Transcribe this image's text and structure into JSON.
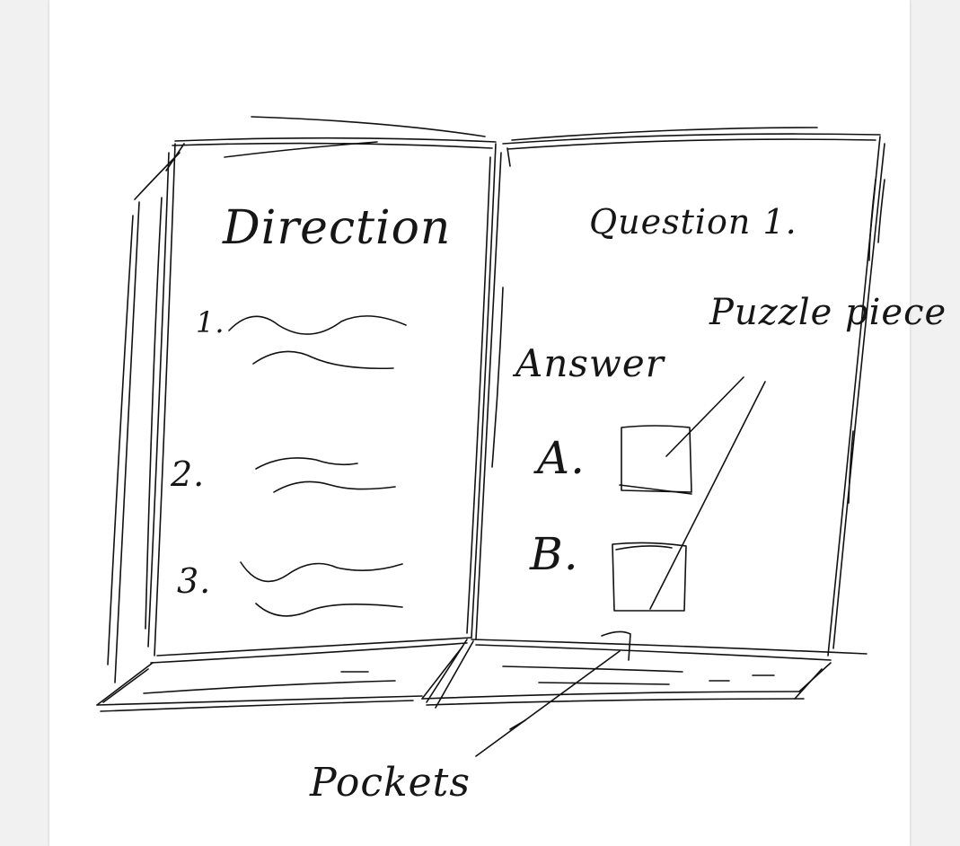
{
  "sketch": {
    "left_page": {
      "title": "Direction",
      "items": [
        "1.",
        "2.",
        "3."
      ]
    },
    "right_page": {
      "title": "Question 1.",
      "answer_label": "Answer",
      "options": [
        "A.",
        "B."
      ]
    },
    "callouts": {
      "puzzle_piece": "Puzzle piece",
      "pockets": "Pockets"
    }
  }
}
